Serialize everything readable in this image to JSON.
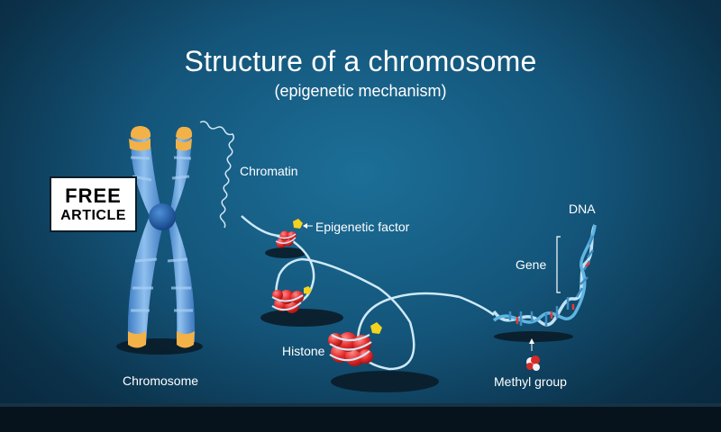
{
  "title": "Structure of a chromosome",
  "subtitle": "(epigenetic mechanism)",
  "badge": {
    "line1": "FREE",
    "line2": "ARTICLE"
  },
  "labels": {
    "chromatin": "Chromatin",
    "epigenetic_factor": "Epigenetic factor",
    "dna": "DNA",
    "gene": "Gene",
    "histone": "Histone",
    "chromosome": "Chromosome",
    "methyl_group": "Methyl group"
  },
  "colors": {
    "chromosome_body": "#5b9ad6",
    "chromosome_tip": "#f2b248",
    "centromere": "#1f5fae",
    "histone": "#e53030",
    "epigenetic_factor": "#f5d21e",
    "dna_backbone": "#bfe3f5",
    "methyl": "#d62a2a"
  }
}
